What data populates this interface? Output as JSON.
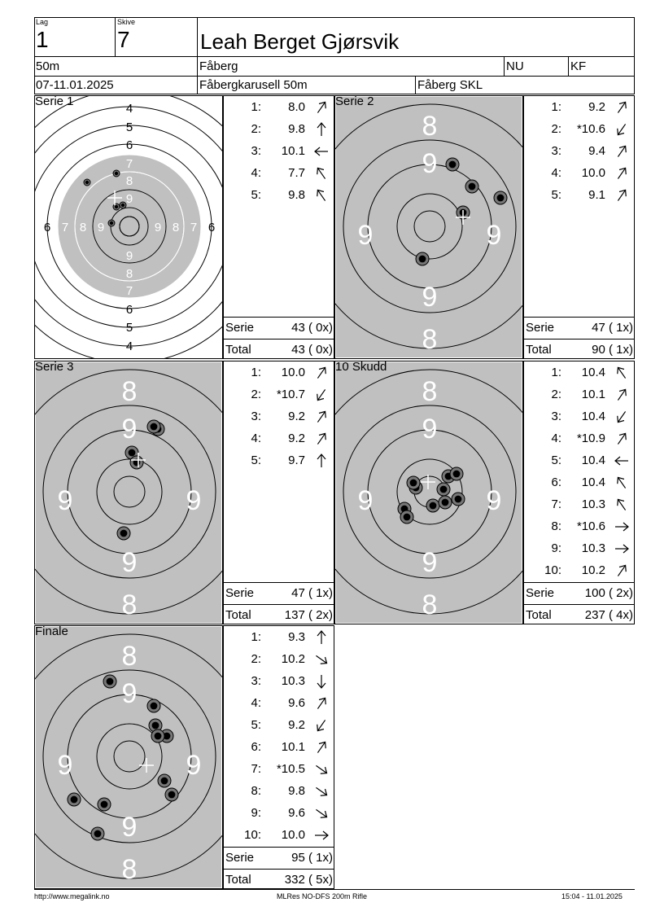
{
  "header": {
    "lag_label": "Lag",
    "lag_value": "1",
    "skive_label": "Skive",
    "skive_value": "7",
    "shooter_name": "Leah Berget Gjørsvik",
    "distance": "50m",
    "club": "Fåberg",
    "class_code": "NU",
    "category": "KF",
    "date": "07-11.01.2025",
    "event": "Fåbergkarusell 50m",
    "organizer": "Fåberg SKL"
  },
  "series": [
    {
      "title": "Serie 1",
      "target_type": "full",
      "ring_numbers": {
        "top": [
          "4",
          "5",
          "6",
          "7",
          "8",
          "9"
        ],
        "side": [
          "6",
          "7",
          "8",
          "9"
        ]
      },
      "shots": [
        {
          "n": "1:",
          "v": "8.0",
          "arrow": "up-right"
        },
        {
          "n": "2:",
          "v": "9.8",
          "arrow": "up"
        },
        {
          "n": "3:",
          "v": "10.1",
          "arrow": "left"
        },
        {
          "n": "4:",
          "v": "7.7",
          "arrow": "up-left"
        },
        {
          "n": "5:",
          "v": "9.8",
          "arrow": "up-left"
        }
      ],
      "serie_label": "Serie",
      "serie_value": "43 ( 0x)",
      "total_label": "Total",
      "total_value": "43 ( 0x)"
    },
    {
      "title": "Serie 2",
      "target_type": "zoom",
      "ring_numbers": {
        "top": "8",
        "mid": "9"
      },
      "shots": [
        {
          "n": "1:",
          "v": "9.2",
          "arrow": "up-right"
        },
        {
          "n": "2:",
          "v": "*10.6",
          "arrow": "down-left"
        },
        {
          "n": "3:",
          "v": "9.4",
          "arrow": "up-right"
        },
        {
          "n": "4:",
          "v": "10.0",
          "arrow": "up-right"
        },
        {
          "n": "5:",
          "v": "9.1",
          "arrow": "up-right"
        }
      ],
      "serie_label": "Serie",
      "serie_value": "47 ( 1x)",
      "total_label": "Total",
      "total_value": "90 ( 1x)"
    },
    {
      "title": "Serie 3",
      "target_type": "zoom",
      "ring_numbers": {
        "top": "8",
        "mid": "9"
      },
      "shots": [
        {
          "n": "1:",
          "v": "10.0",
          "arrow": "up-right"
        },
        {
          "n": "2:",
          "v": "*10.7",
          "arrow": "down-left"
        },
        {
          "n": "3:",
          "v": "9.2",
          "arrow": "up-right"
        },
        {
          "n": "4:",
          "v": "9.2",
          "arrow": "up-right"
        },
        {
          "n": "5:",
          "v": "9.7",
          "arrow": "up"
        }
      ],
      "serie_label": "Serie",
      "serie_value": "47 ( 1x)",
      "total_label": "Total",
      "total_value": "137 ( 2x)"
    },
    {
      "title": "10 Skudd",
      "target_type": "zoom",
      "ring_numbers": {
        "top": "8",
        "mid": "9"
      },
      "shots": [
        {
          "n": "1:",
          "v": "10.4",
          "arrow": "up-left"
        },
        {
          "n": "2:",
          "v": "10.1",
          "arrow": "up-right"
        },
        {
          "n": "3:",
          "v": "10.4",
          "arrow": "down-left"
        },
        {
          "n": "4:",
          "v": "*10.9",
          "arrow": "up-right"
        },
        {
          "n": "5:",
          "v": "10.4",
          "arrow": "left"
        },
        {
          "n": "6:",
          "v": "10.4",
          "arrow": "up-left"
        },
        {
          "n": "7:",
          "v": "10.3",
          "arrow": "up-left"
        },
        {
          "n": "8:",
          "v": "*10.6",
          "arrow": "right"
        },
        {
          "n": "9:",
          "v": "10.3",
          "arrow": "right"
        },
        {
          "n": "10:",
          "v": "10.2",
          "arrow": "up-right"
        }
      ],
      "serie_label": "Serie",
      "serie_value": "100 ( 2x)",
      "total_label": "Total",
      "total_value": "237 ( 4x)"
    },
    {
      "title": "Finale",
      "target_type": "zoom",
      "ring_numbers": {
        "top": "8",
        "mid": "9"
      },
      "shots": [
        {
          "n": "1:",
          "v": "9.3",
          "arrow": "up"
        },
        {
          "n": "2:",
          "v": "10.2",
          "arrow": "down-right"
        },
        {
          "n": "3:",
          "v": "10.3",
          "arrow": "down"
        },
        {
          "n": "4:",
          "v": "9.6",
          "arrow": "up-right"
        },
        {
          "n": "5:",
          "v": "9.2",
          "arrow": "down-left"
        },
        {
          "n": "6:",
          "v": "10.1",
          "arrow": "up-right"
        },
        {
          "n": "7:",
          "v": "*10.5",
          "arrow": "down-right"
        },
        {
          "n": "8:",
          "v": "9.8",
          "arrow": "down-right"
        },
        {
          "n": "9:",
          "v": "9.6",
          "arrow": "down-right"
        },
        {
          "n": "10:",
          "v": "10.0",
          "arrow": "right"
        }
      ],
      "serie_label": "Serie",
      "serie_value": "95 ( 1x)",
      "total_label": "Total",
      "total_value": "332 ( 5x)"
    }
  ],
  "footer": {
    "website": "http://www.megalink.no",
    "program": "MLRes NO-DFS 200m Rifle",
    "timestamp": "15:04 - 11.01.2025"
  },
  "colors": {
    "target_gray": "#c0c0c0",
    "line": "#000000"
  }
}
